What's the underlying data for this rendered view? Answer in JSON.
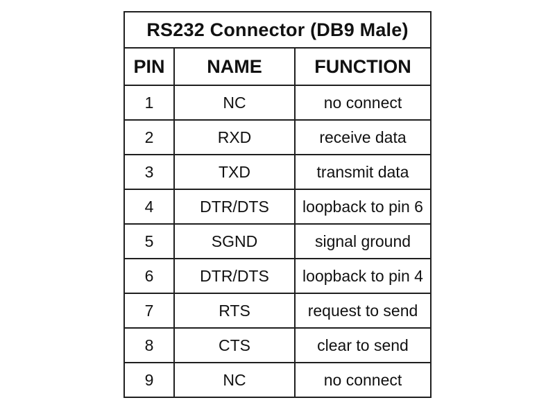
{
  "chart_data": {
    "type": "table",
    "title": "RS232 Connector (DB9 Male)",
    "columns": [
      "PIN",
      "NAME",
      "FUNCTION"
    ],
    "rows": [
      {
        "pin": "1",
        "name": "NC",
        "function": "no connect"
      },
      {
        "pin": "2",
        "name": "RXD",
        "function": "receive data"
      },
      {
        "pin": "3",
        "name": "TXD",
        "function": "transmit data"
      },
      {
        "pin": "4",
        "name": "DTR/DTS",
        "function": "loopback to pin 6"
      },
      {
        "pin": "5",
        "name": "SGND",
        "function": "signal ground"
      },
      {
        "pin": "6",
        "name": "DTR/DTS",
        "function": "loopback to pin 4"
      },
      {
        "pin": "7",
        "name": "RTS",
        "function": "request to send"
      },
      {
        "pin": "8",
        "name": "CTS",
        "function": "clear to send"
      },
      {
        "pin": "9",
        "name": "NC",
        "function": "no connect"
      }
    ],
    "layout": {
      "grid": "on",
      "header_style": "bold",
      "alignment": "center"
    },
    "colors": {
      "border": "#1f1f1f",
      "text": "#111111",
      "background": "#ffffff"
    }
  }
}
